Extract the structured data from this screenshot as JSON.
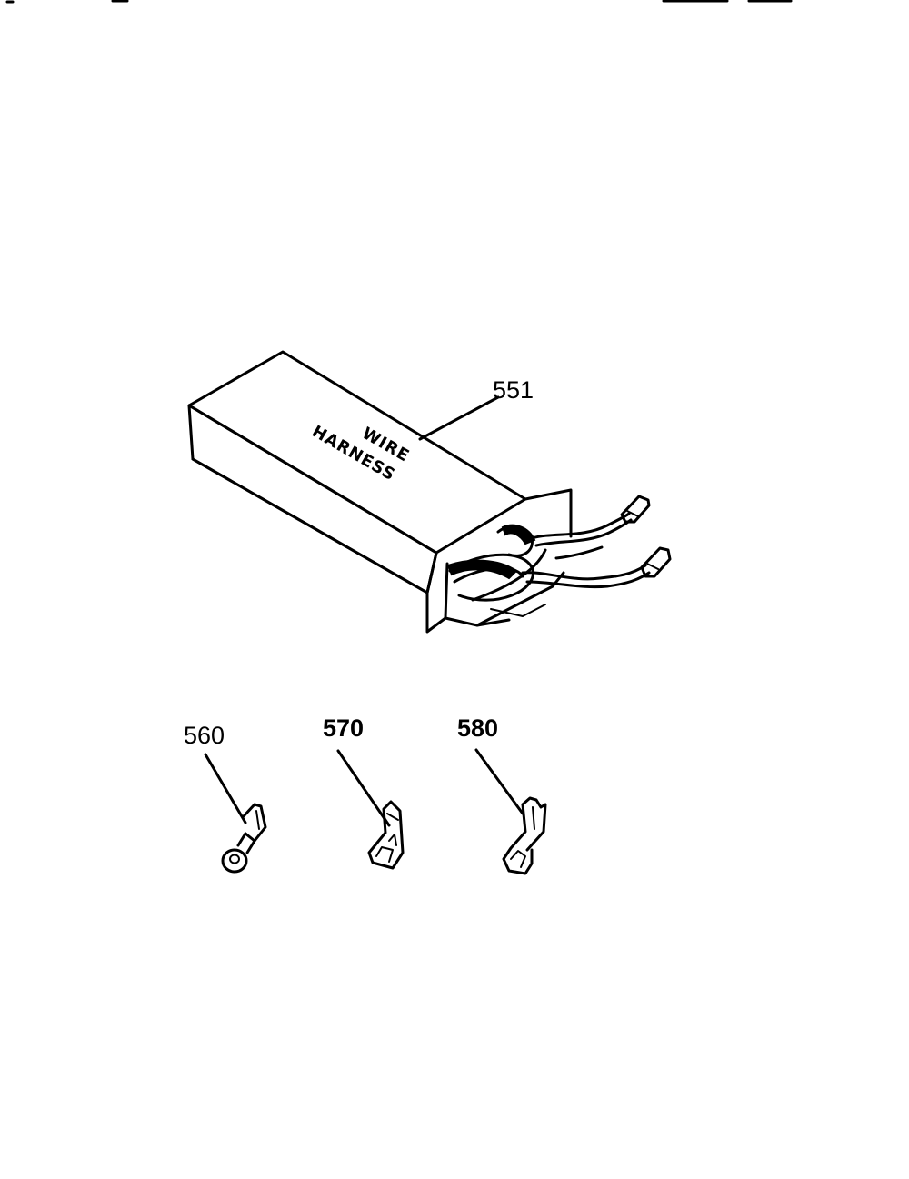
{
  "parts": {
    "harness": {
      "callout": "551",
      "box_line1": "WIRE",
      "box_line2": "HARNESS"
    },
    "terminal_ring": {
      "callout": "560"
    },
    "terminal_flag": {
      "callout": "570"
    },
    "terminal_spade": {
      "callout": "580"
    }
  }
}
